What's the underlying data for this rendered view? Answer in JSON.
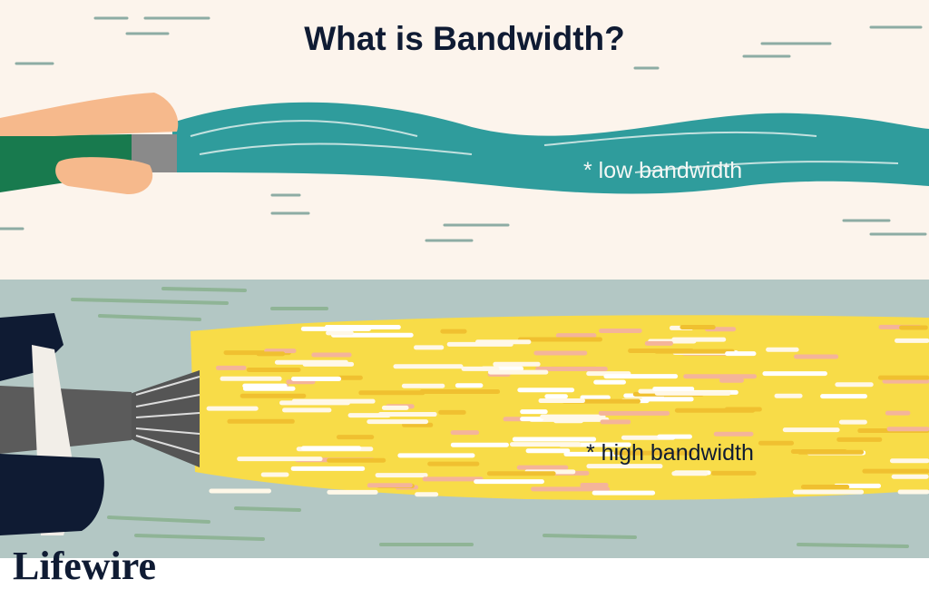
{
  "title": "What is Bandwidth?",
  "labels": {
    "low": "* low bandwidth",
    "high": "* high bandwidth"
  },
  "logo": "Lifewire",
  "colors": {
    "top_background": "#fcf4ec",
    "bottom_background": "#b3c7c4",
    "hose_water": "#2f9c9c",
    "hose": "#187a4e",
    "high_stream": "#f8dc48",
    "dash_green": "#8fb496",
    "text_dark": "#0f1b33"
  }
}
